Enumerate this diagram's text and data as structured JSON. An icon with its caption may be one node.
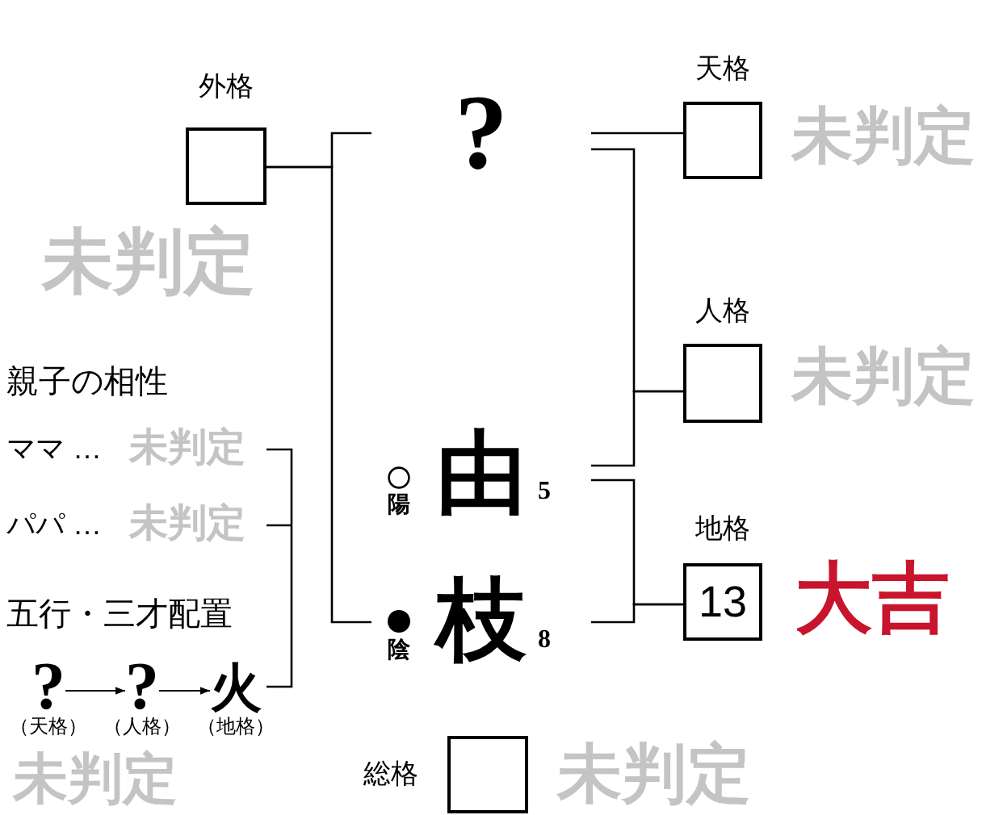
{
  "diagram": {
    "nodes": [
      {
        "text": [
          "外格"
        ],
        "beside": [
          "未判定"
        ]
      },
      {
        "text": [
          "?"
        ]
      },
      {
        "text": [
          "由"
        ],
        "beside": [
          "陽"
        ]
      },
      {
        "text": [
          "枝"
        ],
        "beside": [
          "陰"
        ]
      },
      {
        "text": [
          "天格"
        ],
        "beside": [
          "未判定"
        ]
      },
      {
        "text": [
          "人格"
        ],
        "beside": [
          "未判定"
        ]
      },
      {
        "text": [
          "地格",
          "13"
        ],
        "beside": [
          "大吉"
        ]
      },
      {
        "text": [
          "総格"
        ],
        "beside": [
          "未判定"
        ]
      },
      {
        "text": [
          "?"
        ],
        "beside": [
          "（天格）"
        ]
      },
      {
        "text": [
          "?"
        ],
        "beside": [
          "（人格）"
        ]
      },
      {
        "text": [
          "火"
        ],
        "beside": [
          "（地格）"
        ]
      }
    ],
    "edges": [
      {
        "from": 1,
        "to": 0,
        "arrow": "none"
      },
      {
        "from": 3,
        "to": 0,
        "arrow": "none"
      },
      {
        "from": 1,
        "to": 4,
        "arrow": "none"
      },
      {
        "from": 1,
        "to": 5,
        "arrow": "none"
      },
      {
        "from": 2,
        "to": 5,
        "arrow": "none"
      },
      {
        "from": 2,
        "to": 6,
        "arrow": "none"
      },
      {
        "from": 3,
        "to": 6,
        "arrow": "none"
      },
      {
        "from": 8,
        "to": 9,
        "arrow": "to"
      },
      {
        "from": 9,
        "to": 10,
        "arrow": "to"
      }
    ],
    "labels": [
      "親子の相性",
      "ママ …",
      "未判定",
      "パパ …",
      "未判定",
      "五行・三才配置",
      "未判定",
      "5",
      "8"
    ]
  }
}
